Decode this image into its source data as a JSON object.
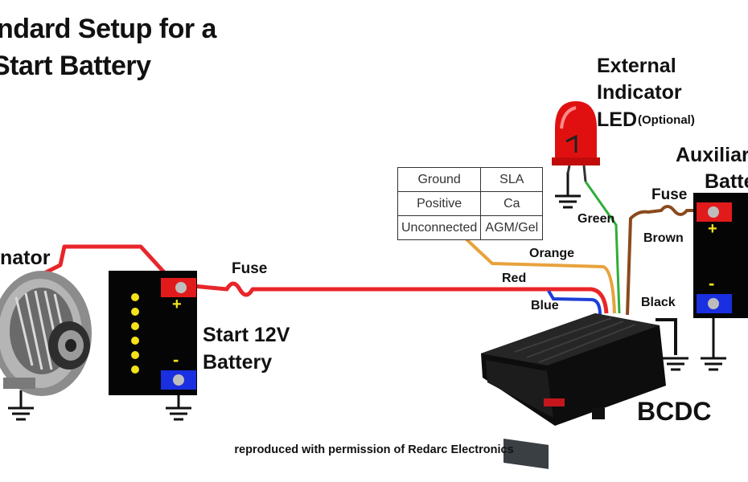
{
  "title": {
    "line1": "ndard Setup for a",
    "line2": " Start Battery"
  },
  "labels": {
    "alternator": "nator",
    "start_battery_1": "Start 12V",
    "start_battery_2": "Battery",
    "fuse_left": "Fuse",
    "fuse_right": "Fuse",
    "external_1": "External",
    "external_2": "Indicator",
    "external_3": "LED",
    "optional": "(Optional)",
    "aux_1": "Auxiliar",
    "aux_2": "Batte",
    "bcdc": "BCDC",
    "wire_green": "Green",
    "wire_brown": "Brown",
    "wire_orange": "Orange",
    "wire_red": "Red",
    "wire_blue": "Blue",
    "wire_black": "Black",
    "plus": "+",
    "minus": "-"
  },
  "config_table": [
    [
      "Ground",
      "SLA"
    ],
    [
      "Positive",
      "Ca"
    ],
    [
      "Unconnected",
      "AGM/Gel"
    ]
  ],
  "credit": "reproduced with permission of Redarc Electronics",
  "colors": {
    "red_wire": "#e8262a",
    "orange_wire": "#e8a23c",
    "blue_wire": "#1d3fd6",
    "green_wire": "#2fae3a",
    "brown_wire": "#8a4a1e",
    "black_wire": "#111111",
    "terminal_red": "#e11b1b",
    "terminal_blue": "#1a2fe0",
    "battery_body": "#050505",
    "battery_dot": "#f4e21a"
  }
}
